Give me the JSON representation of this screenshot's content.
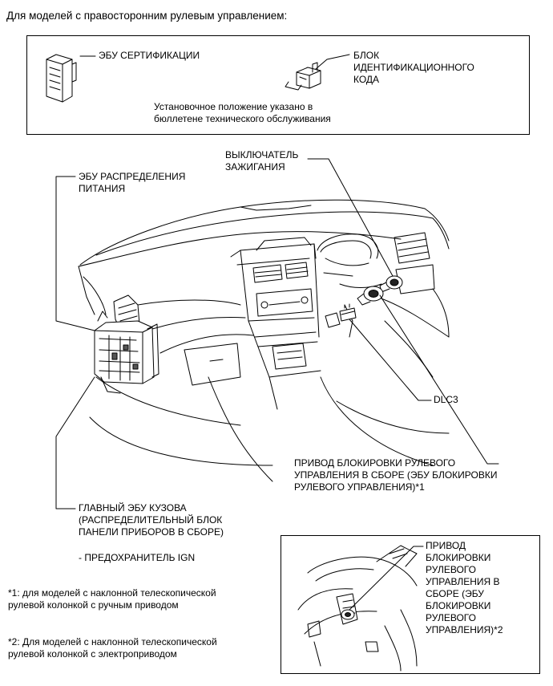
{
  "header": {
    "title": "Для моделей с правосторонним рулевым управлением:"
  },
  "legend_box": {
    "certification_ecu": "ЭБУ СЕРТИФИКАЦИИ",
    "id_code_box": "БЛОК\nИДЕНТИФИКАЦИОННОГО\nКОДА",
    "note": "Установочное положение указано в\nбюллетене технического обслуживания"
  },
  "callouts": {
    "ignition_switch": "ВЫКЛЮЧАТЕЛЬ\nЗАЖИГАНИЯ",
    "power_distribution_ecu": "ЭБУ РАСПРЕДЕЛЕНИЯ\nПИТАНИЯ",
    "dlc3": "DLC3",
    "steering_lock_actuator": "ПРИВОД БЛОКИРОВКИ РУЛЕВОГО\nУПРАВЛЕНИЯ В СБОРЕ (ЭБУ БЛОКИРОВКИ\nРУЛЕВОГО УПРАВЛЕНИЯ)*1",
    "main_body_ecu": "ГЛАВНЫЙ ЭБУ КУЗОВА\n(РАСПРЕДЕЛИТЕЛЬНЫЙ БЛОК\nПАНЕЛИ ПРИБОРОВ В СБОРЕ)",
    "ign_fuse": "- ПРЕДОХРАНИТЕЛЬ IGN"
  },
  "footnotes": {
    "note1": "*1: для моделей с наклонной телескопической\nрулевой колонкой с ручным приводом",
    "note2": "*2: Для моделей с наклонной телескопической\nрулевой колонкой с электроприводом"
  },
  "inset": {
    "label": "ПРИВОД\nБЛОКИРОВКИ\nРУЛЕВОГО\nУПРАВЛЕНИЯ В\nСБОРЕ (ЭБУ\nБЛОКИРОВКИ\nРУЛЕВОГО\nУПРАВЛЕНИЯ)*2"
  }
}
